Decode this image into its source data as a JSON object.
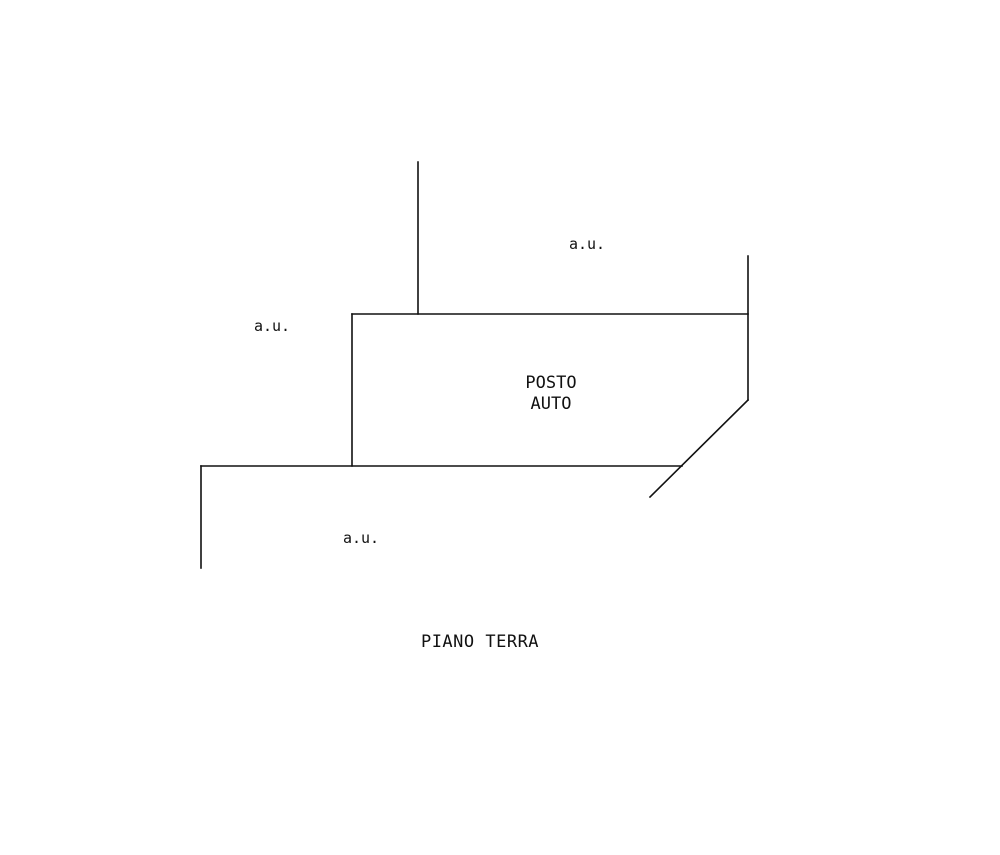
{
  "labels": {
    "area_top_right": "a.u.",
    "area_left": "a.u.",
    "area_bottom": "a.u.",
    "parking_line1": "POSTO",
    "parking_line2": "AUTO",
    "floor_title": "PIANO TERRA"
  },
  "colors": {
    "line": "#111111",
    "background": "#ffffff"
  }
}
